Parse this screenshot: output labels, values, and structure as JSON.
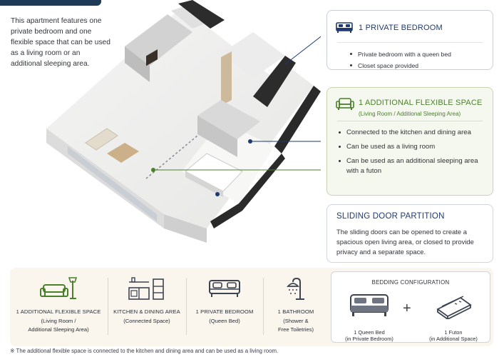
{
  "intro_text": "This apartment features one private bedroom and one flexible space that can be used as a living room or an additional sleeping area.",
  "cards": {
    "private_bedroom": {
      "title": "1 PRIVATE BEDROOM",
      "bullets": [
        "Private bedroom with a queen bed",
        "Closet space provided"
      ],
      "icon": "bed-icon"
    },
    "flexible_space": {
      "title": "1 ADDITIONAL FLEXIBLE SPACE",
      "subtitle": "(Living Room / Additional Sleeping Area)",
      "bullets": [
        "Connected to the kitchen and dining area",
        "Can be used as a living room",
        "Can be used as an additional sleeping area with a futon"
      ],
      "icon": "sofa-icon"
    },
    "sliding_door": {
      "title": "SLIDING DOOR PARTITION",
      "description": "The sliding doors can be opened to create a spacious open living area, or closed to provide privacy and a separate space."
    }
  },
  "features": [
    {
      "title": "1 ADDITIONAL FLEXIBLE SPACE",
      "sub1": "(Living Room /",
      "sub2": "Additional Sleeping Area)",
      "icon": "sofa-lamp-icon"
    },
    {
      "title": "KITCHEN & DINING AREA",
      "sub1": "(Connected Space)",
      "sub2": "",
      "icon": "kitchen-icon"
    },
    {
      "title": "1 PRIVATE BEDROOM",
      "sub1": "(Queen Bed)",
      "sub2": "",
      "icon": "bed-icon"
    },
    {
      "title": "1 BATHROOM",
      "sub1": "(Shower &",
      "sub2": "Free Toiletries)",
      "icon": "shower-icon"
    }
  ],
  "bedding": {
    "title": "BEDDING CONFIGURATION",
    "plus": "+",
    "items": [
      {
        "title": "1 Queen Bed",
        "sub": "(in Private Bedroom)",
        "icon": "queen-bed-icon"
      },
      {
        "title": "1 Futon",
        "sub": "(in Additional Space)",
        "icon": "futon-icon"
      }
    ]
  },
  "footnote": "※ The additional flexible space is connected to the kitchen and dining area and can be used as a living room.",
  "colors": {
    "navy": "#1f3a70",
    "green": "#4a7f2c",
    "flex_card_bg": "#f5f8ee",
    "strip_bg": "#faf6ee"
  }
}
